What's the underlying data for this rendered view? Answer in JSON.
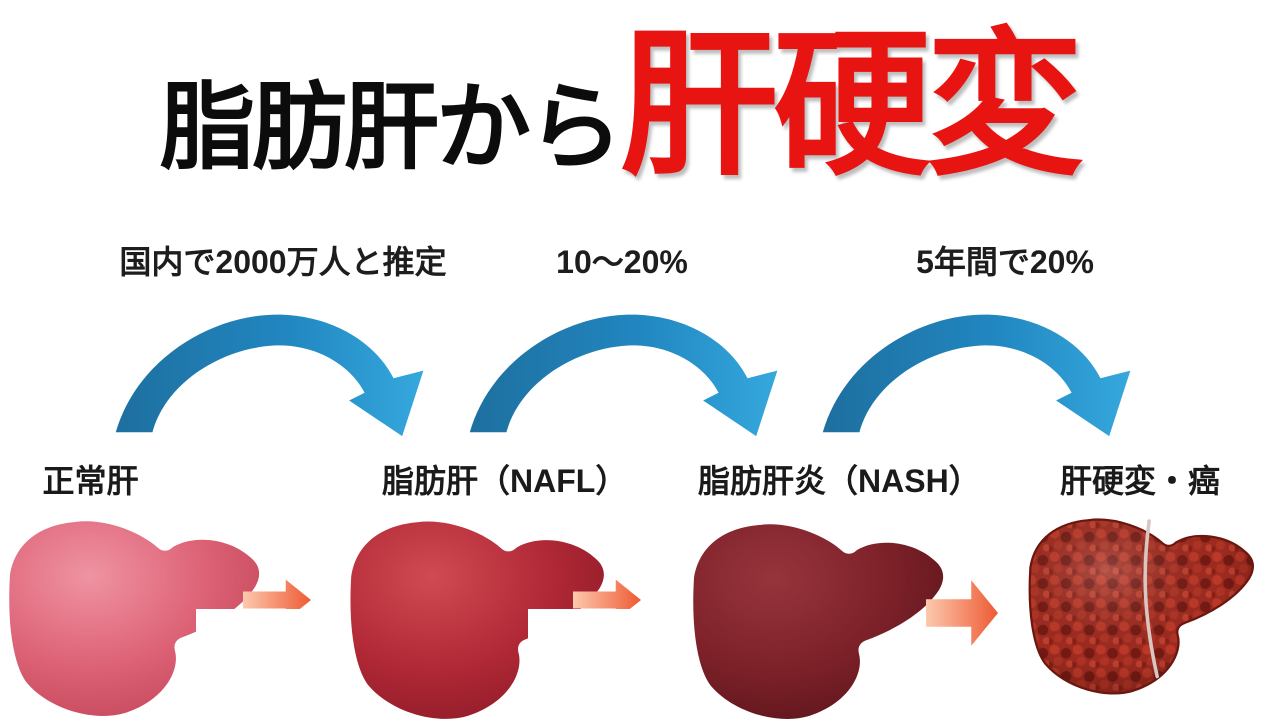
{
  "title": {
    "black": "脂肪肝から",
    "red": "肝硬変",
    "red_color": "#e81412"
  },
  "transitions": [
    {
      "label": "国内で2000万人と推定"
    },
    {
      "label": "10〜20%"
    },
    {
      "label": "5年間で20%"
    }
  ],
  "stages": [
    {
      "label": "正常肝"
    },
    {
      "label": "脂肪肝（NAFL）"
    },
    {
      "label": "脂肪肝炎（NASH）"
    },
    {
      "label": "肝硬変・癌"
    }
  ],
  "colors": {
    "arc_start": "#1e6f9f",
    "arc_mid": "#2186c0",
    "arc_end": "#35a8de",
    "block_arrow_start": "#fcc9ae",
    "block_arrow_end": "#ee5a33",
    "livers": [
      {
        "light": "#ef93a2",
        "mid": "#dd6276",
        "dark": "#c24458"
      },
      {
        "light": "#cf4b52",
        "mid": "#b12836",
        "dark": "#8a1a26"
      },
      {
        "light": "#97343c",
        "mid": "#7d2129",
        "dark": "#5a131a"
      },
      {
        "light": "#c13a28",
        "mid": "#9e2b20",
        "dark": "#6d1810"
      }
    ]
  }
}
